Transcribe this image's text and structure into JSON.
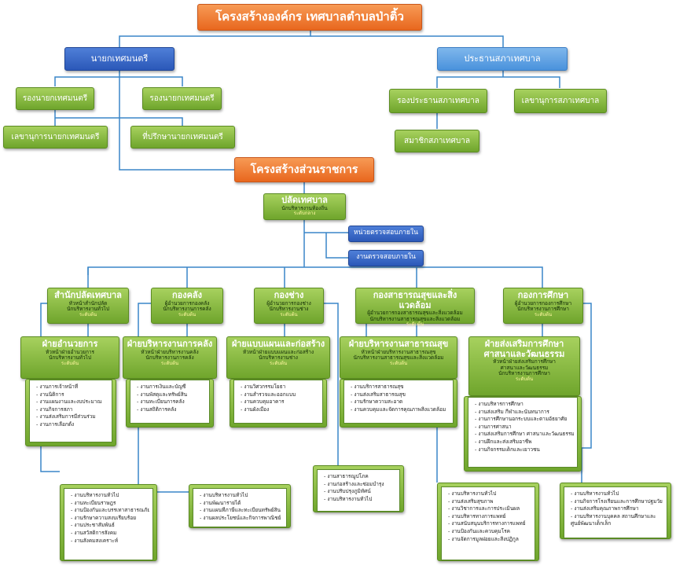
{
  "title": "โครงสร้างองค์กร เทศบาลตำบลป่าติ้ว",
  "mayor": "นายกเทศมนตรี",
  "deputy_mayor_1": "รองนายกเทศมนตรี",
  "deputy_mayor_2": "รองนายกเทศมนตรี",
  "mayor_secretary": "เลขานุการนายกเทศมนตรี",
  "mayor_advisor": "ที่ปรึกษานายกเทศมนตรี",
  "council_president": "ประธานสภาเทศบาล",
  "council_vice_president": "รองประธานสภาเทศบาล",
  "council_secretary": "เลขานุการสภาเทศบาล",
  "council_member": "สมาชิกสภาเทศบาล",
  "gov_structure": "โครงสร้างส่วนราชการ",
  "clerk": {
    "title": "ปลัดเทศบาล",
    "subtitle": "นักบริหารงานท้องถิ่น",
    "level": "ระดับกลาง"
  },
  "audit_unit": "หน่วยตรวจสอบภายใน",
  "audit_work": "งานตรวจสอบภายใน",
  "departments": [
    {
      "title": "สำนักปลัดเทศบาล",
      "line1": "หัวหน้าสำนักปลัด",
      "line2": "นักบริหารงานทั่วไป",
      "level": "ระดับต้น"
    },
    {
      "title": "กองคลัง",
      "line1": "ผู้อำนวยการกองคลัง",
      "line2": "นักบริหารงานการคลัง",
      "level": "ระดับต้น"
    },
    {
      "title": "กองช่าง",
      "line1": "ผู้อำนวยการกองช่าง",
      "line2": "นักบริหารงานช่าง",
      "level": "ระดับต้น"
    },
    {
      "title": "กองสาธารณสุขและสิ่งแวดล้อม",
      "line1": "ผู้อำนวยการกองสาธารณสุขและสิ่งแวดล้อม",
      "line2": "นักบริหารงานสาธารณสุขและสิ่งแวดล้อม",
      "level": "ระดับต้น"
    },
    {
      "title": "กองการศึกษา",
      "line1": "ผู้อำนวยการกองการศึกษา",
      "line2": "นักบริหารงานการศึกษา",
      "level": "ระดับต้น"
    }
  ],
  "sections": [
    {
      "title": "ฝ่ายอำนวยการ",
      "line1": "หัวหน้าฝ่ายอำนวยการ",
      "line2": "นักบริหารงานทั่วไป",
      "level": "ระดับต้น"
    },
    {
      "title": "ฝ่ายบริหารงานการคลัง",
      "line1": "หัวหน้าฝ่ายบริหารงานคลัง",
      "line2": "นักบริหารงานการคลัง",
      "level": "ระดับต้น"
    },
    {
      "title": "ฝ่ายแบบแผนและก่อสร้าง",
      "line1": "หัวหน้าฝ่ายแบบแผนและก่อสร้าง",
      "line2": "นักบริหารงานช่าง",
      "level": "ระดับต้น"
    },
    {
      "title": "ฝ่ายบริหารงานสาธารณสุข",
      "line1": "หัวหน้าฝ่ายบริหารงานสาธารณสุข",
      "line2": "นักบริหารงานสาธารณสุขและสิ่งแวดล้อม",
      "level": "ระดับต้น"
    },
    {
      "title": "ฝ่ายส่งเสริมการศึกษา ศาสนาและวัฒนธรรม",
      "line1": "หัวหน้าฝ่ายส่งเสริมการศึกษา",
      "line2": "ศาสนาและวัฒนธรรม",
      "line3": "นักบริหารงานการศึกษา",
      "level": "ระดับต้น"
    }
  ],
  "section_tasks": [
    [
      "งานการเจ้าหน้าที่",
      "งานนิติการ",
      "งานแผนงานและงบประมาณ",
      "งานกิจการสภา",
      "งานส่งเสริมการมีส่วนร่วม",
      "งานการเลือกตั้ง"
    ],
    [
      "งานการเงินและบัญชี",
      "งานพัสดุและทรัพย์สิน",
      "งานทะเบียนการคลัง",
      "งานสถิติการคลัง"
    ],
    [
      "งานวิศวกรรมโยธา",
      "งานสำรวจและออกแบบ",
      "งานควบคุมอาคาร",
      "งานผังเมือง"
    ],
    [
      "งานบริการสาธารณสุข",
      "งานส่งเสริมสาธารณสุข",
      "งานรักษาความสะอาด",
      "งานควบคุมและจัดการคุณภาพสิ่งแวดล้อม"
    ],
    [
      "งานบริหารการศึกษา",
      "งานส่งเสริม กีฬาและนันทนาการ",
      "งานการศึกษานอกระบบและตามอัธยาศัย",
      "งานการศาสนา",
      "งานส่งเสริมการศึกษา ศาสนาและวัฒนธรรม",
      "งานฝึกและส่งเสริมอาชีพ",
      "งานกิจกรรมเด็กและเยาวชน"
    ]
  ],
  "dept_tasks": [
    [
      "งานบริหารงานทั่วไป",
      "งานทะเบียนราษฎร",
      "งานป้องกันและบรรเทาสาธารณภัย",
      "งานรักษาความสงบเรียบร้อย",
      "งานประชาสัมพันธ์",
      "งานสวัสดิการสังคม",
      "งานสังคมสงเคราะห์"
    ],
    [
      "งานบริหารงานทั่วไป",
      "งานพัฒนารายได้",
      "งานแผนที่ภาษีและทะเบียนทรัพย์สิน",
      "งานผลประโยชน์และกิจการพาณิชย์"
    ],
    [
      "งานสาธารณูปโภค",
      "งานก่อสร้างและซ่อมบำรุง",
      "งานปรับปรุงภูมิทัศน์",
      "งานบริหารงานทั่วไป"
    ],
    [
      "งานบริหารงานทั่วไป",
      "งานส่งเสริมสุขภาพ",
      "งานวิชาการและการประเมินผล",
      "งานบริหารทางการแพทย์",
      "งานสนับสนุนบริการทางการแพทย์",
      "งานป้องกันและควบคุมโรค",
      "งานจัดการมูลฝอยและสิ่งปฏิกูล"
    ],
    [
      "งานบริหารงานทั่วไป",
      "งานกิจการโรงเรียนและการศึกษาปฐมวัย",
      "งานส่งเสริมคุณภาพการศึกษา",
      "งานบริหารงานบุคคล สถานศึกษาและศูนย์พัฒนาเด็กเล็ก"
    ]
  ]
}
